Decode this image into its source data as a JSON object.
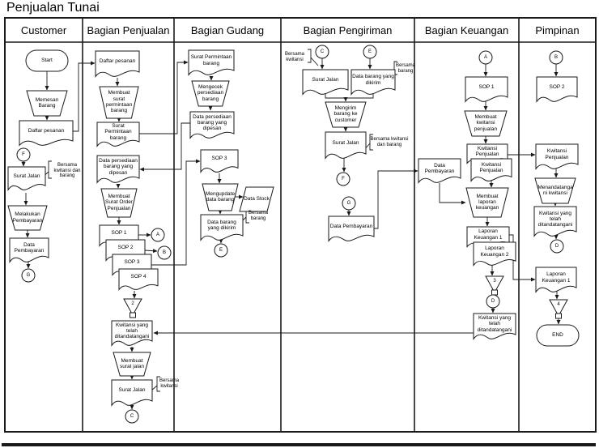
{
  "title": "Penjualan Tunai",
  "lanes": [
    {
      "label": "Customer"
    },
    {
      "label": "Bagian Penjualan"
    },
    {
      "label": "Bagian Gudang"
    },
    {
      "label": "Bagian Pengiriman"
    },
    {
      "label": "Bagian Keuangan"
    },
    {
      "label": "Pimpinan"
    }
  ],
  "nodes": {
    "start": "Start",
    "memesan_barang": "Memesan Barang",
    "daftar_pesanan_cust": "Daftar pesanan",
    "conn_f_cust": "F",
    "surat_jalan_cust": "Surat Jalan",
    "melakukan_pembayaran": "Melakukan Pembayaran",
    "data_pembayaran_cust": "Data Pembayaran",
    "conn_g_cust": "G",
    "daftar_pesanan_penj": "Daftar pesanan",
    "membuat_surat_permintaan": "Membuat surat permintaan barang",
    "surat_permintaan_penj": "Surat Permintaan barang",
    "data_persediaan_penj": "Data persediaan barang yang dipesan",
    "membuat_sop": "Membuat Surat Order Penjualan",
    "sop1": "SOP 1",
    "sop2": "SOP 2",
    "sop3": "SOP 3",
    "sop4": "SOP 4",
    "conn_a_penj": "A",
    "conn_b_penj": "B",
    "arsip2": "2",
    "kwitansi_ttd_penj": "Kwitansi yang telah ditandatangani",
    "membuat_surat_jalan": "Membuat surat jalan",
    "surat_jalan_penj": "Surat Jalan",
    "conn_c_penj": "C",
    "surat_permintaan_gud": "Surat Permintaan barang",
    "mengecek_persediaan": "Mengecek persediaan barang",
    "data_persediaan_gud": "Data persediaan barang yang dipesan",
    "sop3_gud": "SOP 3",
    "mengupdate_data": "Mengupdate data barang",
    "data_stock": "Data Stock",
    "data_barang_dikirim_gud": "Data barang yang dikirim",
    "conn_e_gud": "E",
    "conn_c_peng": "C",
    "conn_e_peng": "E",
    "surat_jalan_peng1": "Surat Jalan",
    "data_barang_dikirim_peng": "Data barang yang dikirim",
    "mengirim_barang": "Mengirim barang ke customer",
    "surat_jalan_peng2": "Surat Jalan",
    "conn_f_peng": "F",
    "conn_g_peng": "G",
    "data_pembayaran_peng": "Data Pembayaran",
    "conn_a_keu": "A",
    "sop1_keu": "SOP 1",
    "membuat_kwitansi": "Membuat kwitansi penjualan",
    "kwitansi_penjualan_keu1": "Kwitansi Penjualan",
    "kwitansi_penjualan_keu2": "Kwitansi Penjualan",
    "data_pembayaran_keu": "Data Pembayaran",
    "membuat_laporan": "Membuat laporan keuangan",
    "laporan_keuangan1_keu": "Laporan Keuangan 1",
    "laporan_keuangan2_keu": "Laporan Keuangan 2",
    "arsip3": "3",
    "conn_d_keu": "D",
    "kwitansi_ttd_keu": "Kwitansi yang telah ditandatangani",
    "conn_b_pim": "B",
    "sop2_pim": "SOP 2",
    "kwitansi_penjualan_pim": "Kwitansi Penjualan",
    "menandatangani": "Menandatangani kwitansi",
    "kwitansi_ttd_pim": "Kwitansi yang telah ditandatangani",
    "conn_d_pim": "D",
    "laporan_keuangan1_pim": "Laporan Keuangan 1",
    "arsip4": "4",
    "end": "END"
  },
  "annotations": {
    "ann_cust_sj": "Bersama kwitansi dan barang",
    "ann_penj_sj": "Bersama kwitansi",
    "ann_gud_brg": "Bersama barang",
    "ann_peng_c": "Bersama kwitansi",
    "ann_peng_e": "Bersama barang",
    "ann_peng_sj2": "Bersama kwitansi dan barang"
  },
  "colors": {
    "line": "#1a1a1a",
    "shape_fill": "#ffffff",
    "text": "#000000"
  }
}
